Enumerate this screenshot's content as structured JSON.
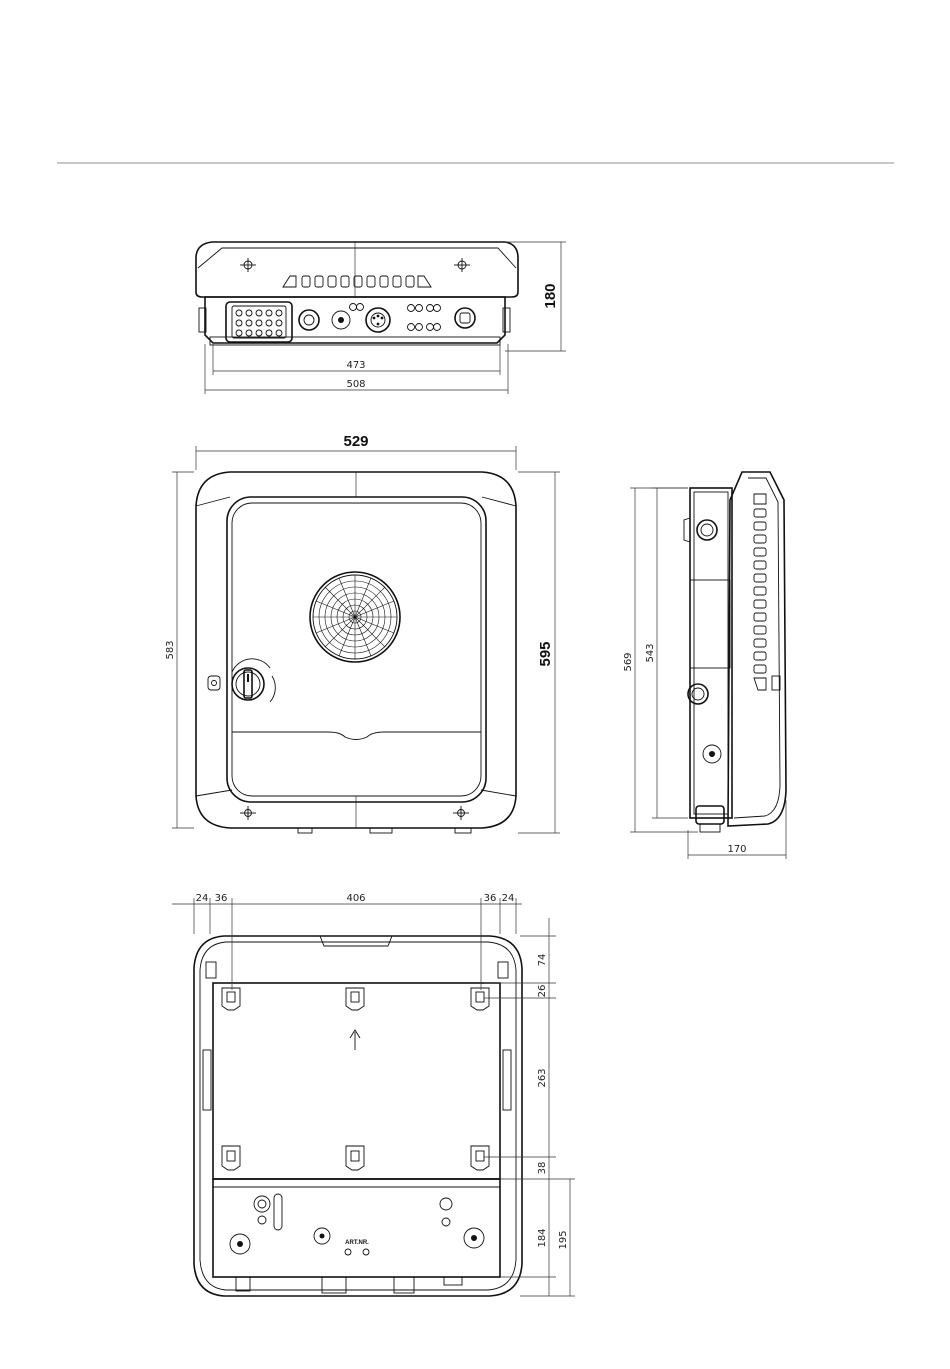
{
  "colors": {
    "line": "#111111",
    "rule": "#c8c8c8",
    "background": "#ffffff"
  },
  "top_view": {
    "dims": {
      "inner_width": "473",
      "outer_width": "508",
      "depth": "180"
    }
  },
  "front_view": {
    "dims": {
      "width": "529",
      "height_outer": "595",
      "height_inner": "583"
    }
  },
  "side_view": {
    "dims": {
      "height_outer": "569",
      "height_inner": "543",
      "depth": "170"
    }
  },
  "back_view": {
    "dims": {
      "left_edge": "24",
      "left_offset": "36",
      "hole_spacing": "406",
      "right_offset": "36",
      "right_edge": "24",
      "top_margin": "74",
      "bracket_height": "26",
      "vertical_spacing": "263",
      "lower_gap": "38",
      "bottom_inner": "184",
      "bottom_outer": "195"
    },
    "label_art_nr": "ART.NR."
  }
}
